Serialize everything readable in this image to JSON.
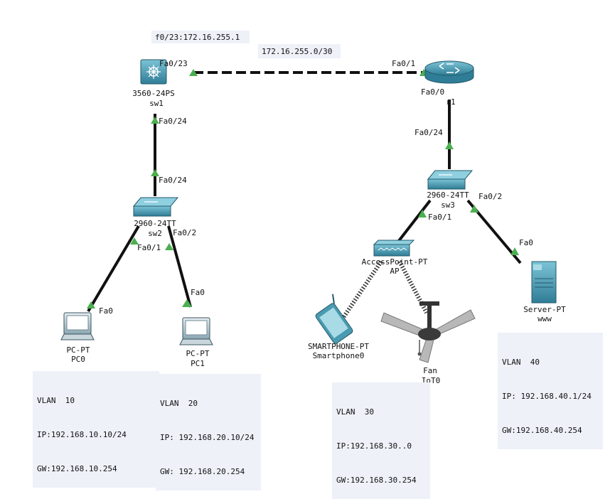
{
  "subnet_label": "172.16.255.0/30",
  "sw1_port_ip": "f0/23:172.16.255.1",
  "devices": {
    "sw1": {
      "model": "3560-24PS",
      "name": "sw1"
    },
    "r1": {
      "model": "",
      "name": "r1"
    },
    "sw2": {
      "model": "2960-24TT",
      "name": "sw2"
    },
    "sw3": {
      "model": "2960-24TT",
      "name": "sw3"
    },
    "pc0": {
      "model": "PC-PT",
      "name": "PC0"
    },
    "pc1": {
      "model": "PC-PT",
      "name": "PC1"
    },
    "ap": {
      "model": "AccessPoint-PT",
      "name": "AP"
    },
    "phone": {
      "model": "SMARTPHONE-PT",
      "name": "Smartphone0"
    },
    "fan": {
      "model": "Fan",
      "name": "IoT0"
    },
    "server": {
      "model": "Server-PT",
      "name": "www"
    }
  },
  "ports": {
    "sw1_fa023": "Fa0/23",
    "r1_fa01": "Fa0/1",
    "r1_fa00": "Fa0/0",
    "sw1_fa024": "Fa0/24",
    "sw2_fa024": "Fa0/24",
    "sw2_fa01": "Fa0/1",
    "sw2_fa02": "Fa0/2",
    "pc0_fa0": "Fa0",
    "pc1_fa0": "Fa0",
    "sw3_fa024": "Fa0/24",
    "sw3_fa01": "Fa0/1",
    "sw3_fa02": "Fa0/2",
    "server_fa0": "Fa0"
  },
  "notes": {
    "vlan10": {
      "vlan": "VLAN  10",
      "ip": "IP:192.168.10.10/24",
      "gw": "GW:192.168.10.254"
    },
    "vlan20": {
      "vlan": "VLAN  20",
      "ip": "IP: 192.168.20.10/24",
      "gw": "GW: 192.168.20.254"
    },
    "vlan30": {
      "vlan": "VLAN  30",
      "ip": "IP:192.168.30..0",
      "gw": "GW:192.168.30.254"
    },
    "vlan40": {
      "vlan": "VLAN  40",
      "ip": "IP: 192.168.40.1/24",
      "gw": "GW:192.168.40.254"
    }
  },
  "colors": {
    "link_up": "#4caf50",
    "device_blue": "#3d8fa8",
    "note_bg": "#eef1f8"
  }
}
